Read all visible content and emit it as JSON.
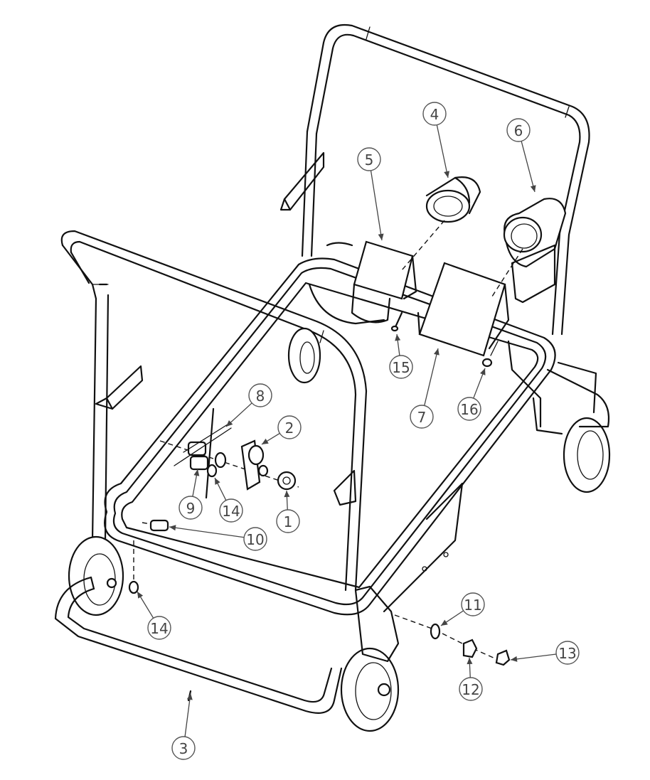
{
  "callouts": [
    {
      "id": "c1",
      "label": "1"
    },
    {
      "id": "c2",
      "label": "2"
    },
    {
      "id": "c3",
      "label": "3"
    },
    {
      "id": "c4",
      "label": "4"
    },
    {
      "id": "c5",
      "label": "5"
    },
    {
      "id": "c6",
      "label": "6"
    },
    {
      "id": "c7",
      "label": "7"
    },
    {
      "id": "c8",
      "label": "8"
    },
    {
      "id": "c9",
      "label": "9"
    },
    {
      "id": "c10",
      "label": "10"
    },
    {
      "id": "c11",
      "label": "11"
    },
    {
      "id": "c12",
      "label": "12"
    },
    {
      "id": "c13",
      "label": "13"
    },
    {
      "id": "c14a",
      "label": "14"
    },
    {
      "id": "c14b",
      "label": "14"
    },
    {
      "id": "c15",
      "label": "15"
    },
    {
      "id": "c16",
      "label": "16"
    }
  ]
}
